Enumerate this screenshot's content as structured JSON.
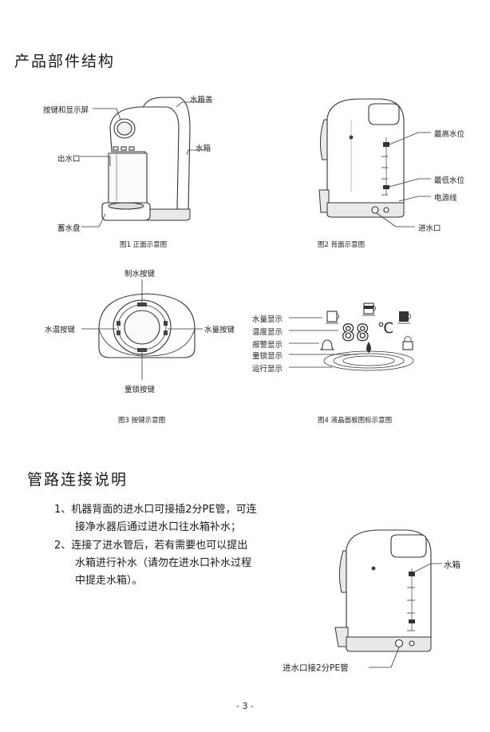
{
  "section1": {
    "title": "产品部件结构"
  },
  "fig1": {
    "labels": {
      "buttons_display": "按键和显示屏",
      "outlet": "出水口",
      "tray": "蓄水盘",
      "lid": "水箱盖",
      "tank": "水箱"
    },
    "caption": "图1  正面示意图"
  },
  "fig2": {
    "labels": {
      "max_level": "最高水位",
      "min_level": "最低水位",
      "power_cord": "电源线",
      "inlet": "进水口"
    },
    "caption": "图2  背面示意图"
  },
  "fig3": {
    "labels": {
      "make_water": "制水按键",
      "temp": "水温按键",
      "volume": "水量按键",
      "child_lock": "童锁按键"
    },
    "caption": "图3  按键示意图"
  },
  "fig4": {
    "labels": {
      "volume_disp": "水量显示",
      "temp_disp": "温度显示",
      "alarm_disp": "报警显示",
      "lock_disp": "童锁显示",
      "run_disp": "运行显示"
    },
    "digits": "88",
    "unit": "℃",
    "caption": "图4  液晶面板图标示意图"
  },
  "section2": {
    "title": "管路连接说明",
    "items": [
      {
        "line1": "1、机器背面的进水口可接插2分PE管，可连",
        "line2": "接净水器后通过进水口往水箱补水；"
      },
      {
        "line1": "2、连接了进水管后，若有需要也可以提出",
        "line2": "水箱进行补水（请勿在进水口补水过程",
        "line3": "中提走水箱）。"
      }
    ]
  },
  "fig5": {
    "labels": {
      "tank": "水箱",
      "inlet_pe": "进水口接2分PE管"
    }
  },
  "footer": {
    "page_number": "- 3 -"
  }
}
